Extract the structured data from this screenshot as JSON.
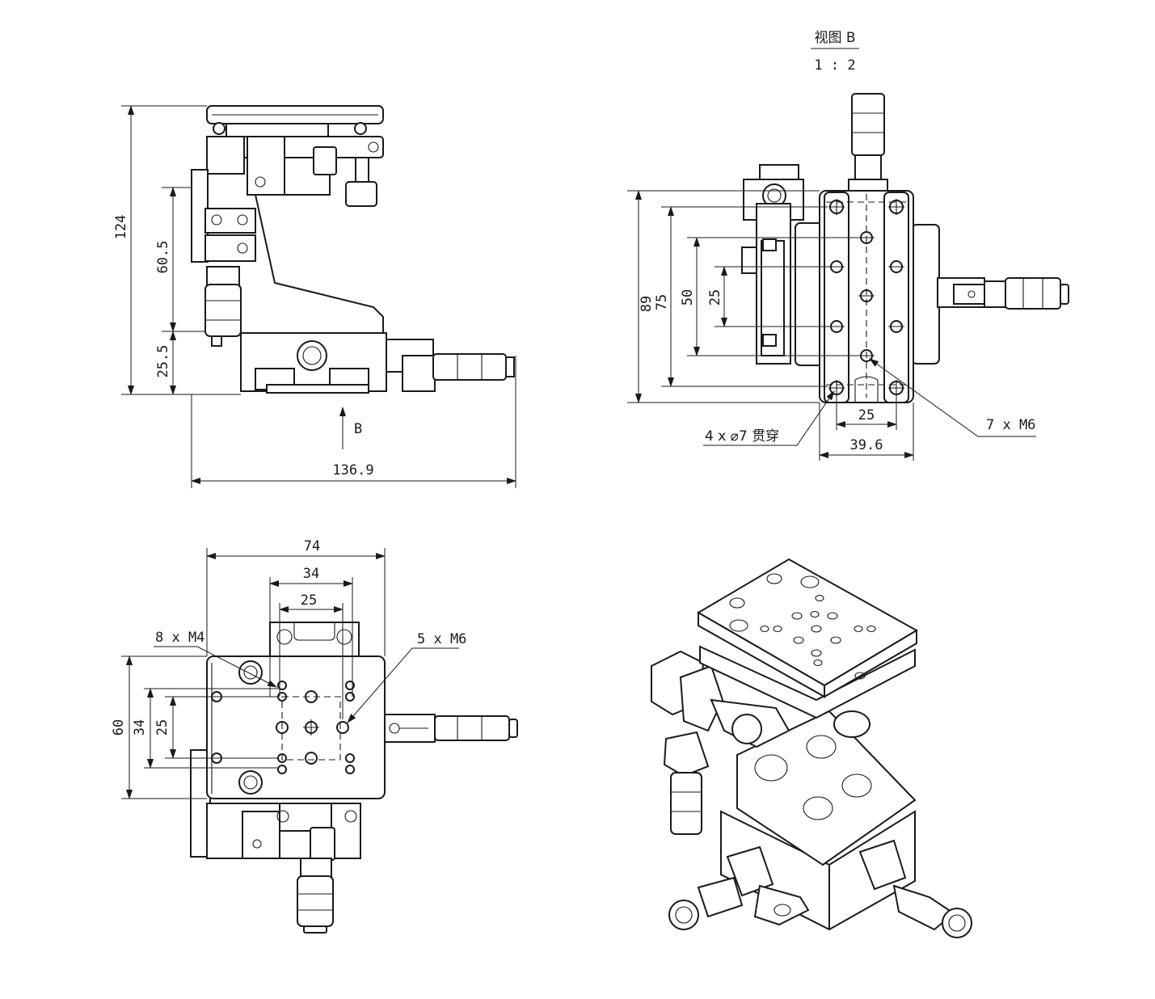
{
  "view_b": {
    "title": "视图 B",
    "scale": "1 : 2"
  },
  "front_view": {
    "overall_height": "124",
    "upper_height": "60.5",
    "base_height": "25.5",
    "overall_width": "136.9",
    "view_marker": "B"
  },
  "side_view": {
    "dims": {
      "d89": "89",
      "d75": "75",
      "d50": "50",
      "d25v": "25",
      "d25h": "25",
      "d39_6": "39.6"
    },
    "callout_through": "4 x ⌀7 贯穿",
    "callout_m6": "7 x M6"
  },
  "top_view": {
    "dims": {
      "w74": "74",
      "w34": "34",
      "w25": "25",
      "h60": "60",
      "h34": "34",
      "h25": "25"
    },
    "callout_m4": "8 x M4",
    "callout_m6": "5 x M6"
  },
  "colors": {
    "line": "#1a1a1a",
    "background": "#ffffff"
  }
}
